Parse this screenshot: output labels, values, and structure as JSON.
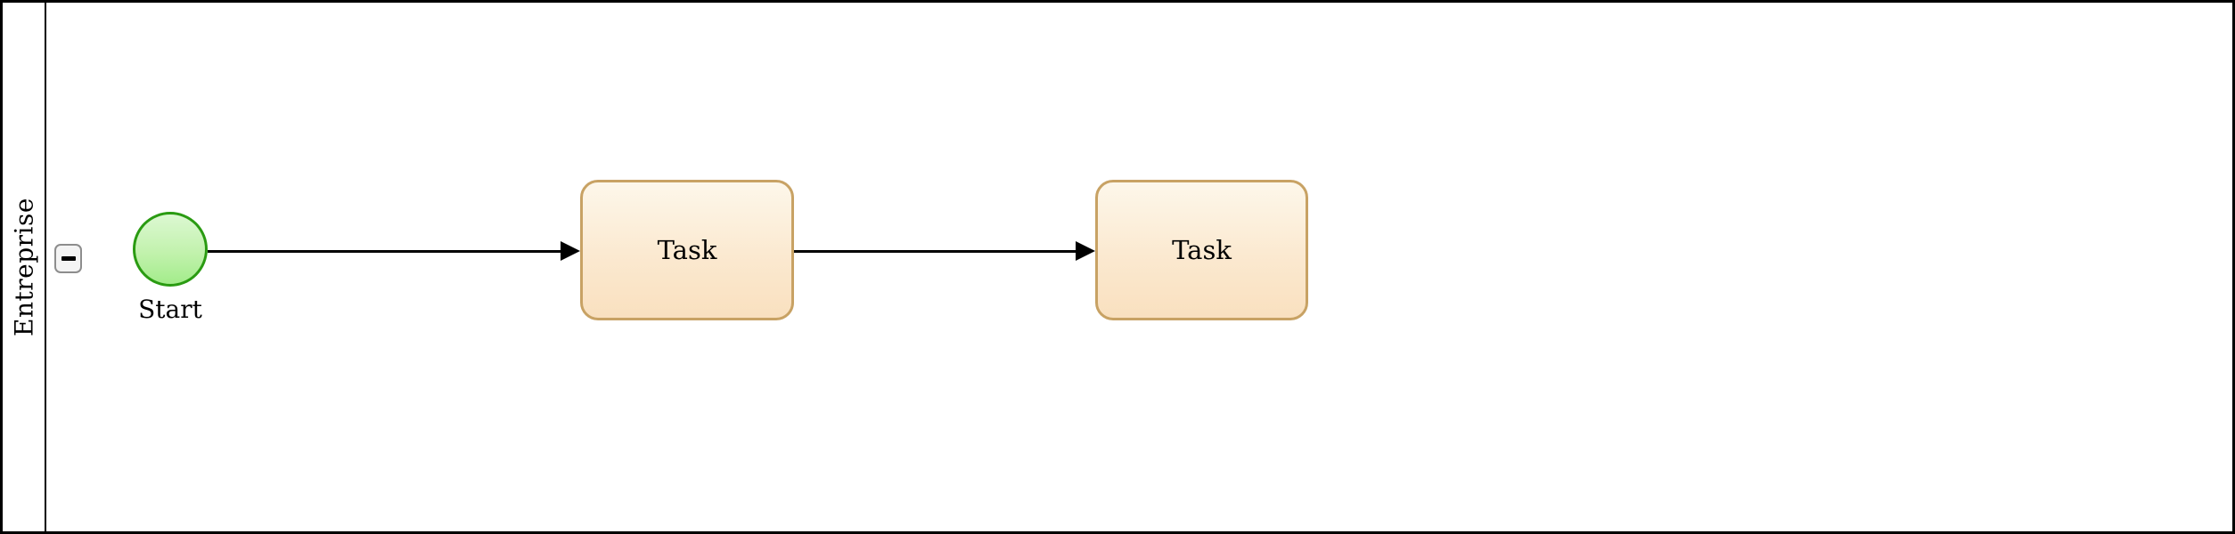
{
  "diagram": {
    "type": "bpmn-process",
    "pool": {
      "label": "Entreprise",
      "collapse_icon": "minus-icon",
      "expanded": true
    },
    "nodes": [
      {
        "id": "start",
        "type": "start-event",
        "label": "Start"
      },
      {
        "id": "task1",
        "type": "task",
        "label": "Task"
      },
      {
        "id": "task2",
        "type": "task",
        "label": "Task"
      }
    ],
    "edges": [
      {
        "from": "start",
        "to": "task1",
        "style": "solid-arrow"
      },
      {
        "from": "task1",
        "to": "task2",
        "style": "solid-arrow"
      }
    ],
    "colors": {
      "pool_border": "#000000",
      "background": "#ffffff",
      "start_fill_top": "#dcf8d2",
      "start_fill_bottom": "#a3ec8b",
      "start_stroke": "#2a9b12",
      "task_fill_top": "#fdf7ea",
      "task_fill_bottom": "#f9e0bf",
      "task_stroke": "#c8a264",
      "edge_color": "#000000",
      "collapse_btn_fill": "#f4f4f4",
      "collapse_btn_border": "#8d8d8d",
      "text_color": "#000000"
    }
  }
}
